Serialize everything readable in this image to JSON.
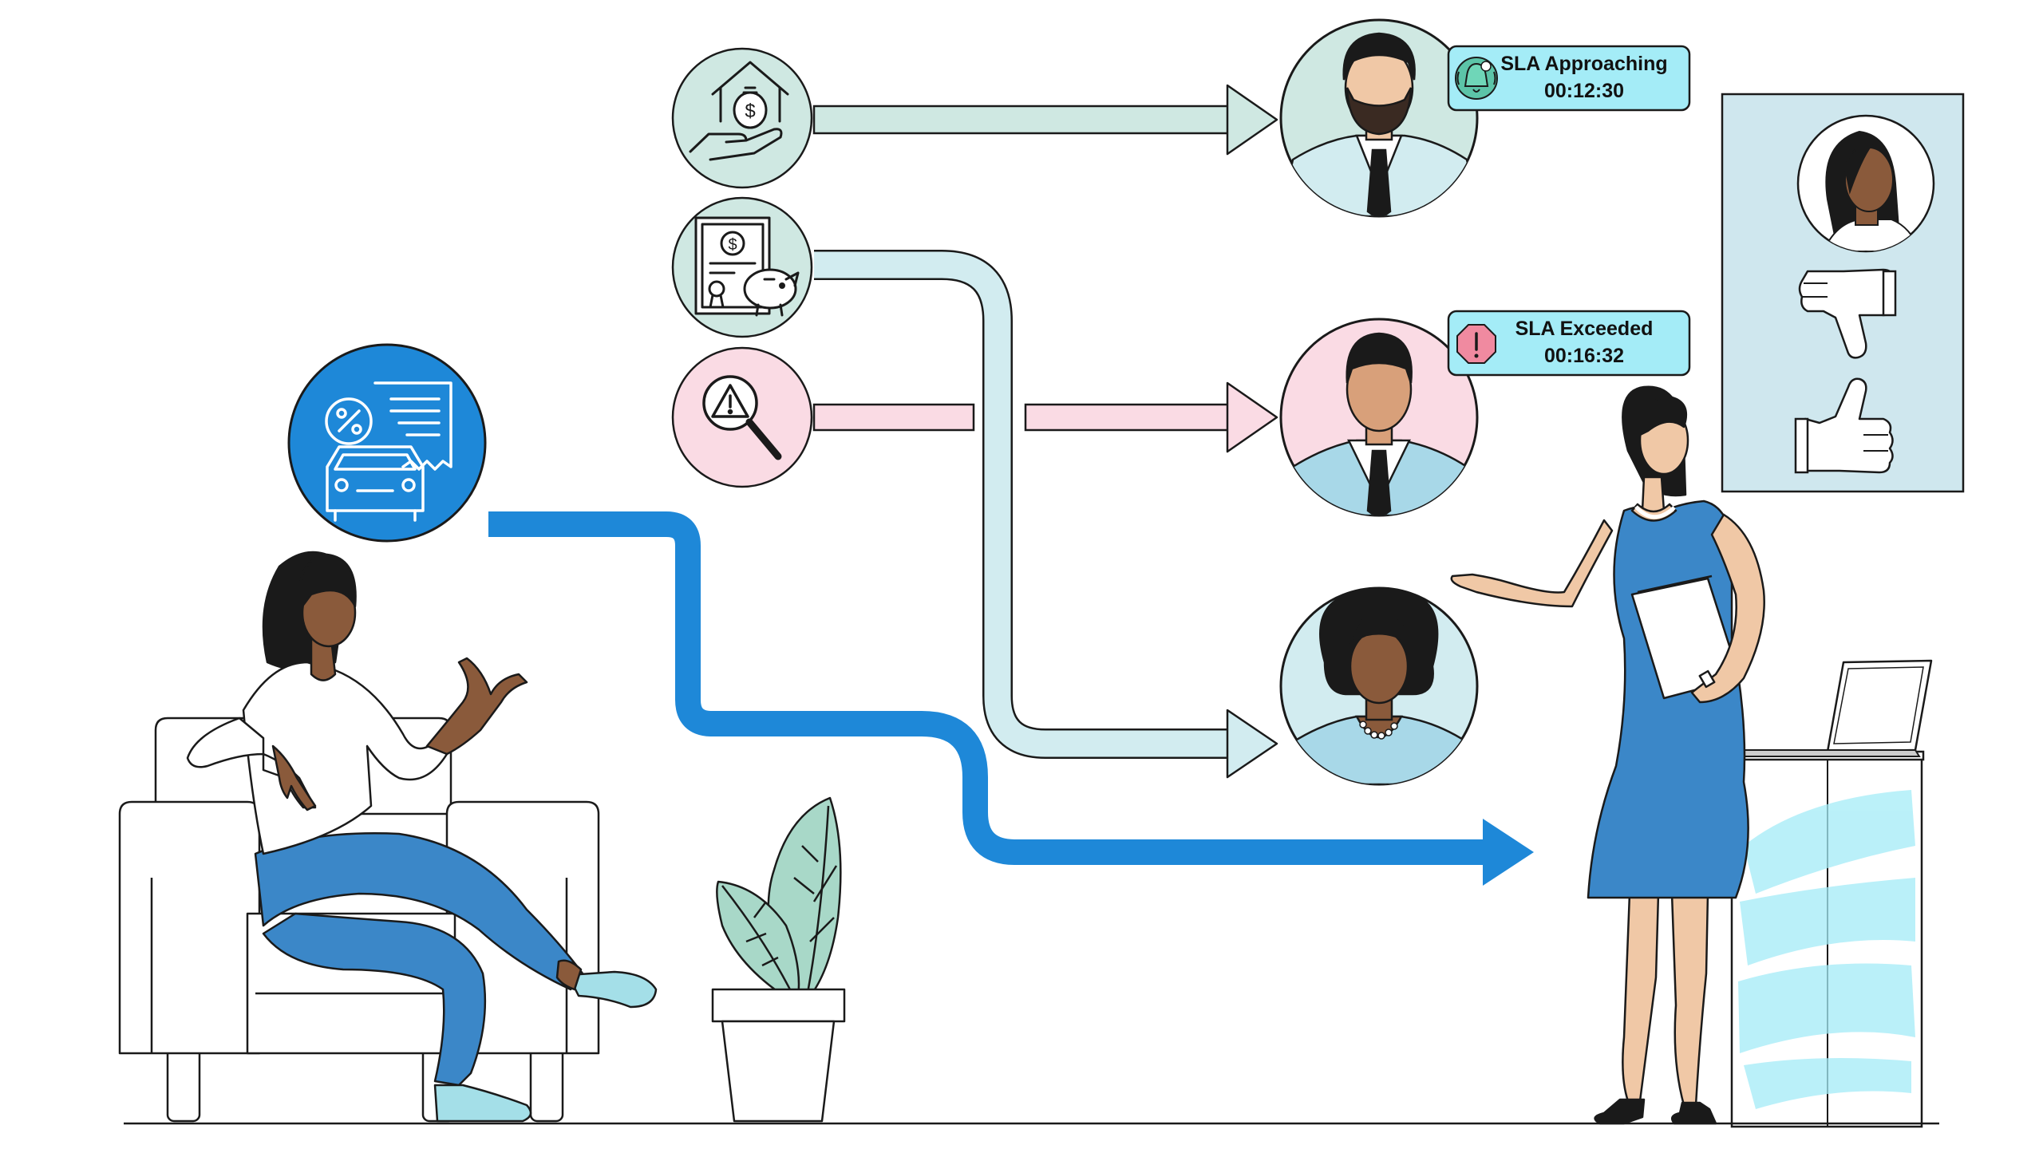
{
  "badges": {
    "approaching": {
      "label": "SLA Approaching",
      "time": "00:12:30",
      "icon": "bell-alert-icon"
    },
    "exceeded": {
      "label": "SLA Exceeded",
      "time": "00:16:32",
      "icon": "warning-octagon-icon"
    }
  },
  "icons": {
    "source_main": "car-loan-document-icon",
    "source_1": "house-money-hand-icon",
    "source_2": "certificate-piggy-bank-icon",
    "source_3": "warning-magnifier-icon",
    "feedback_down": "thumbs-down-icon",
    "feedback_up": "thumbs-up-icon"
  },
  "colors": {
    "ink": "#1a1a1a",
    "main_flow": "#1e88d8",
    "mint": "#cfe8e2",
    "pale_cyan": "#d2ecf0",
    "pink": "#fadbe4",
    "badge_fill": "#a4ecf7",
    "panel_fill": "#cfe7ee",
    "dress": "#3b87c8",
    "skin_dark": "#8a5a3b",
    "skin_light": "#f0c8a6"
  }
}
